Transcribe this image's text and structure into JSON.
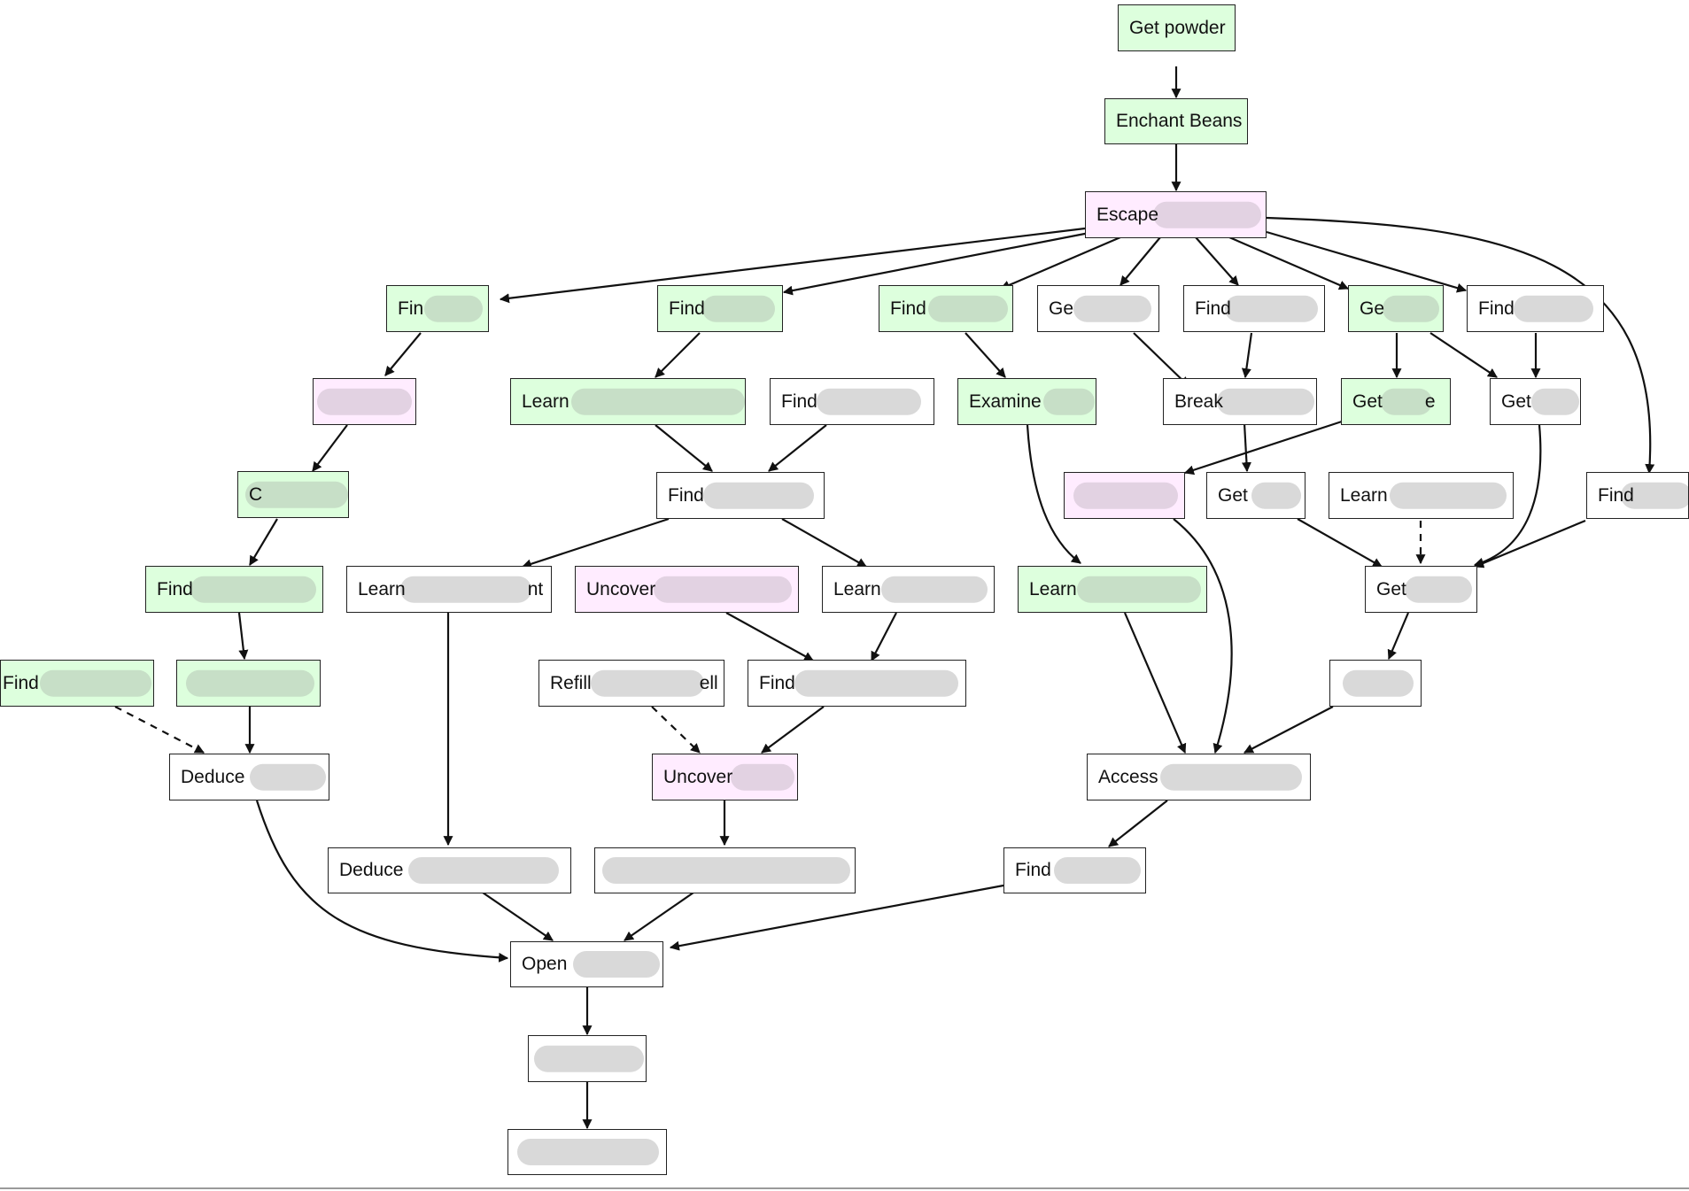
{
  "colors": {
    "green_fill": "#ddffdd",
    "pink_fill": "#ffecff",
    "white_fill": "#ffffff",
    "stroke": "#222222"
  },
  "nodes": {
    "get_powder": "Get powder",
    "enchant_beans": "Enchant Beans",
    "escape": "Escape",
    "fin": "Fin",
    "find_a": "Find",
    "find_b": "Find",
    "get_a": "Ge",
    "find_c": "Find",
    "get_b": "Ge",
    "find_d": "Find",
    "pink_a": "",
    "learn_a": "Learn",
    "find_e": "Find",
    "examine": "Examine",
    "break": "Break",
    "get_c": "Get",
    "get_c_tail": "e",
    "get_d": "Get",
    "green_c": "C",
    "find_f": "Find",
    "pink_b": "",
    "get_e": "Get",
    "learn_b": "Learn",
    "find_g": "Find",
    "find_h": "Find",
    "learn_c": "Learn",
    "learn_c_tail": "nt",
    "uncover_a": "Uncover",
    "learn_d": "Learn",
    "learn_e": "Learn",
    "get_f": "Get",
    "find_i": "Find",
    "green_d": "",
    "refill": "Refill",
    "refill_tail": "ell",
    "find_j": "Find",
    "white_a": "",
    "deduce_a": "Deduce",
    "uncover_b": "Uncover",
    "access": "Access",
    "deduce_b": "Deduce",
    "white_b": "",
    "find_k": "Find",
    "open": "Open",
    "white_c": "",
    "white_d": ""
  }
}
